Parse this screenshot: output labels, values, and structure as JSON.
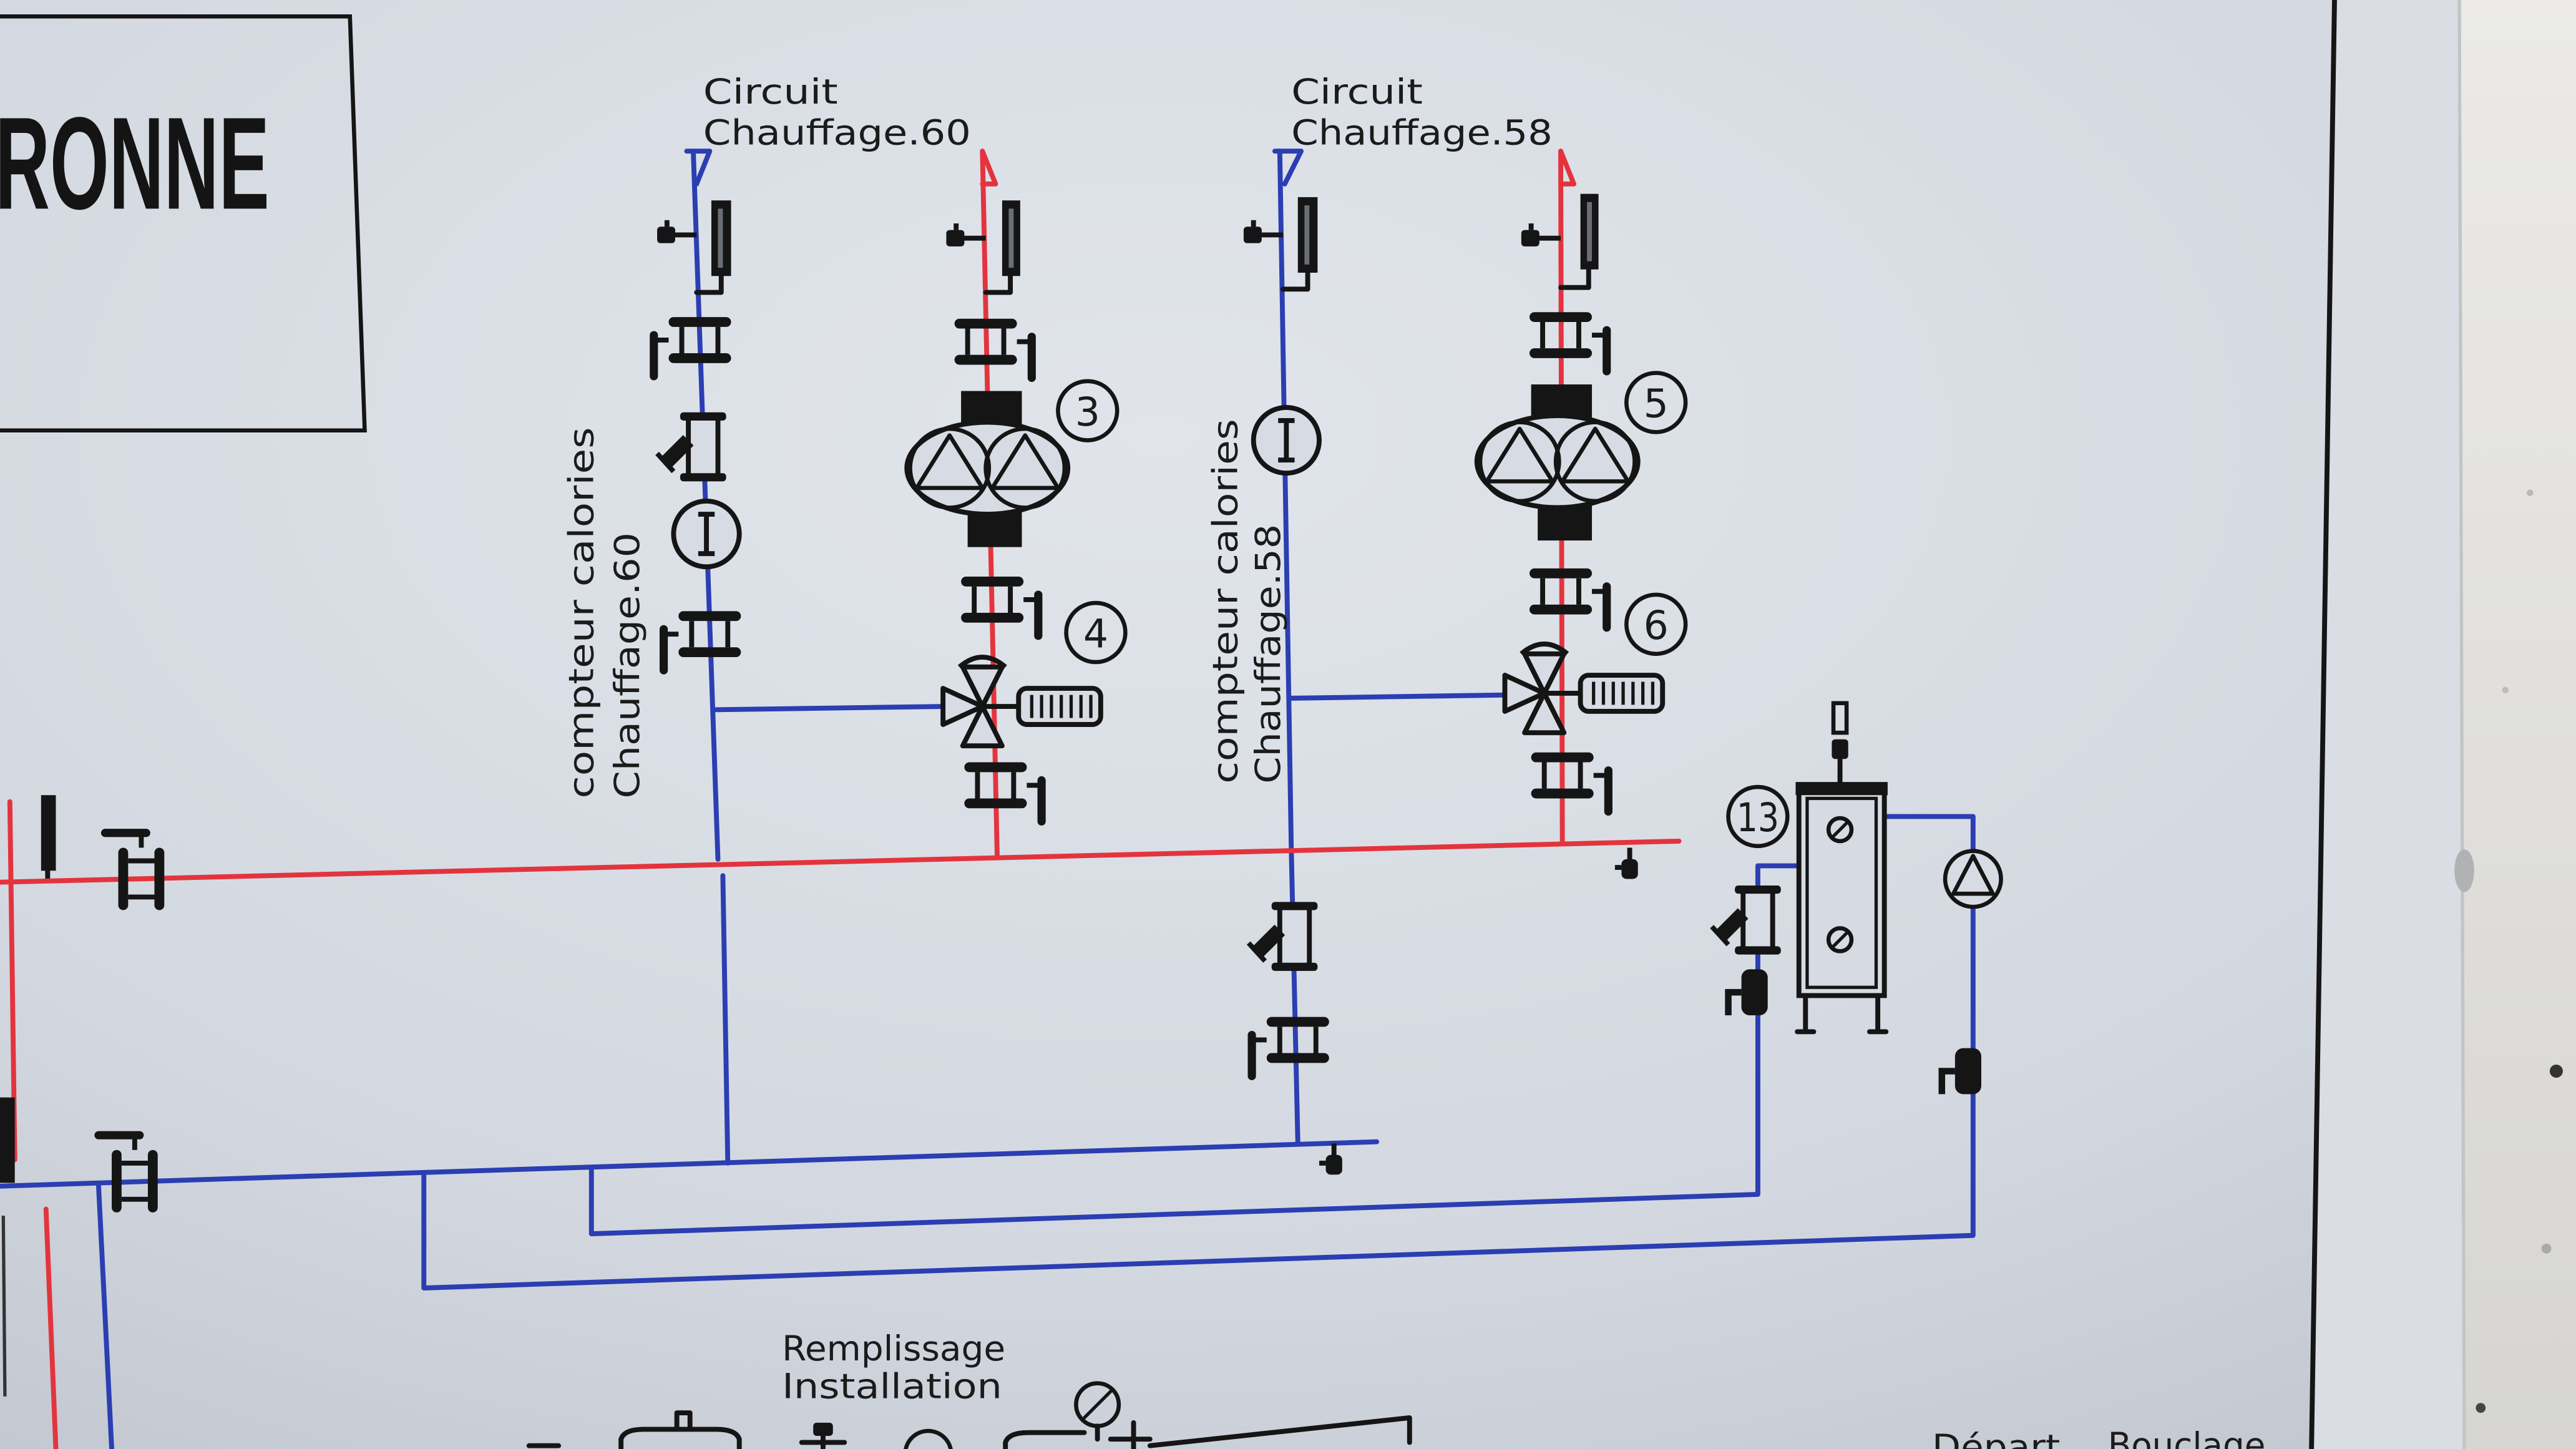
{
  "title_box": {
    "text": "RONNE"
  },
  "circuits": {
    "c60": {
      "title_line1": "Circuit",
      "title_line2": "Chauffage.60",
      "meter_label_line1": "compteur calories",
      "meter_label_line2": "Chauffage.60",
      "pump_number": "3",
      "mixing_valve_number": "4"
    },
    "c58": {
      "title_line1": "Circuit",
      "title_line2": "Chauffage.58",
      "meter_label_line1": "compteur calories",
      "meter_label_line2": "Chauffage.58",
      "pump_number": "5",
      "mixing_valve_number": "6"
    }
  },
  "expansion_tank": {
    "number": "13"
  },
  "fill": {
    "line1": "Remplissage",
    "line2": "Installation"
  },
  "bottom_labels": {
    "depart": "Départ",
    "bouclage": "Bouclage"
  },
  "colors": {
    "supply_pipe": "#e3343e",
    "return_pipe": "#2b3eb2",
    "symbols": "#151515",
    "paper": "#d8dce4"
  }
}
